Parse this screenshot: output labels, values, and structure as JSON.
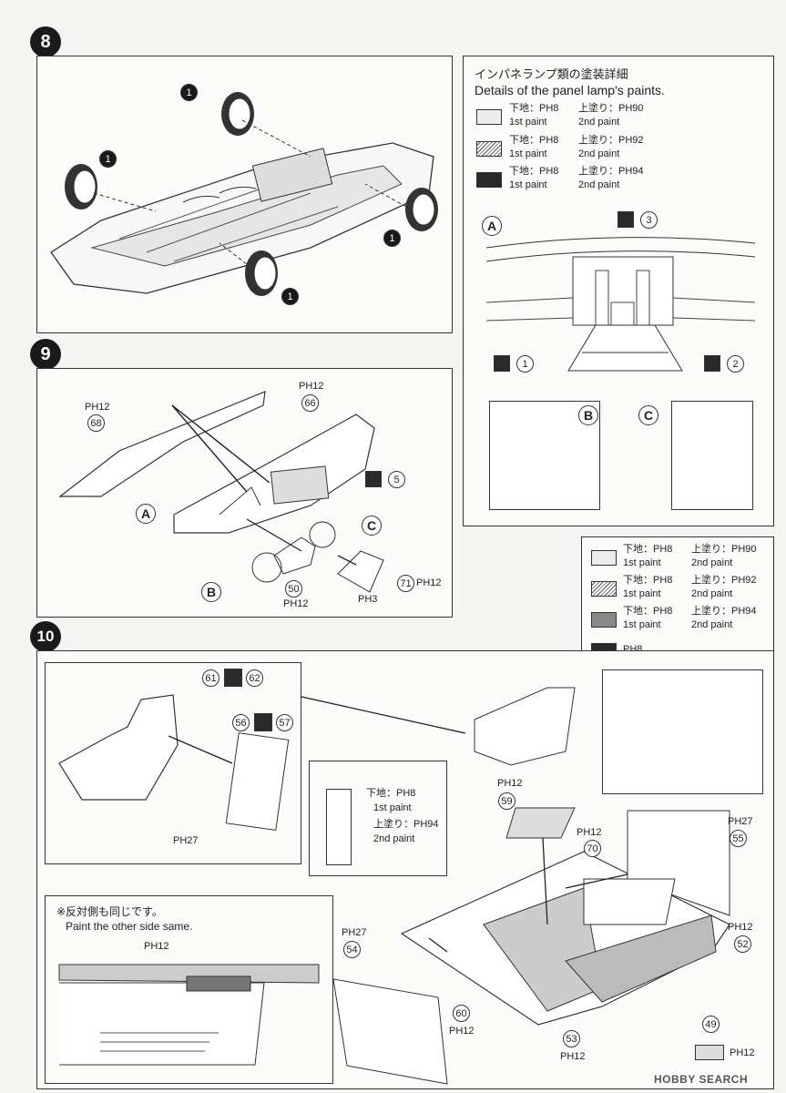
{
  "steps": {
    "s8": "8",
    "s9": "9",
    "s10": "10"
  },
  "panel_lamp": {
    "title_jp": "インパネランプ類の塗装詳細",
    "title_en": "Details of the panel lamp's paints.",
    "rows": [
      {
        "base_label": "下地：",
        "base_code": "PH8",
        "top_label": "上塗り：",
        "top_code": "PH90",
        "first": "1st paint",
        "second": "2nd paint",
        "swatch": "white"
      },
      {
        "base_label": "下地：",
        "base_code": "PH8",
        "top_label": "上塗り：",
        "top_code": "PH92",
        "first": "1st paint",
        "second": "2nd paint",
        "swatch": "hatch"
      },
      {
        "base_label": "下地：",
        "base_code": "PH8",
        "top_label": "上塗り：",
        "top_code": "PH94",
        "first": "1st paint",
        "second": "2nd paint",
        "swatch": "dark"
      }
    ],
    "labels": {
      "a": "A",
      "b": "B",
      "c": "C",
      "d3": "3",
      "d1": "1",
      "d2": "2"
    }
  },
  "step9": {
    "parts": {
      "p66": "66",
      "p68": "68",
      "p50": "50",
      "p71": "71"
    },
    "paints": {
      "p66": "PH12",
      "p68": "PH12",
      "p50": "PH12",
      "p71": "PH12",
      "p3": "PH3"
    },
    "decal5": "5",
    "labels": {
      "a": "A",
      "b": "B",
      "c": "C"
    }
  },
  "legend10": {
    "rows": [
      {
        "base_label": "下地：",
        "base_code": "PH8",
        "top_label": "上塗り：",
        "top_code": "PH90",
        "first": "1st paint",
        "second": "2nd paint",
        "swatch": "white"
      },
      {
        "base_label": "下地：",
        "base_code": "PH8",
        "top_label": "上塗り：",
        "top_code": "PH92",
        "first": "1st paint",
        "second": "2nd paint",
        "swatch": "hatch"
      },
      {
        "base_label": "下地：",
        "base_code": "PH8",
        "top_label": "上塗り：",
        "top_code": "PH94",
        "first": "1st paint",
        "second": "2nd paint",
        "swatch": "grey"
      }
    ],
    "solid": "PH8"
  },
  "step10": {
    "seat": {
      "p61": "61",
      "p62": "62",
      "p56": "56",
      "p57": "57",
      "paint": "PH27"
    },
    "console": {
      "base_label": "下地：",
      "base_code": "PH8",
      "first": "1st paint",
      "top_label": "上塗り：",
      "top_code": "PH94",
      "second": "2nd paint"
    },
    "note_jp": "※反対側も同じです。",
    "note_en": "Paint the other side same.",
    "door_paint": "PH12",
    "parts": {
      "p59": "59",
      "p70": "70",
      "p55": "55",
      "p52": "52",
      "p54": "54",
      "p60": "60",
      "p53": "53",
      "p49": "49"
    },
    "paints": {
      "p59": "PH12",
      "p70": "PH12",
      "p55": "PH27",
      "p52": "PH12",
      "p54": "PH27",
      "p60": "PH12",
      "p53": "PH12",
      "legend": "PH12"
    }
  },
  "watermark": "HOBBY SEARCH"
}
